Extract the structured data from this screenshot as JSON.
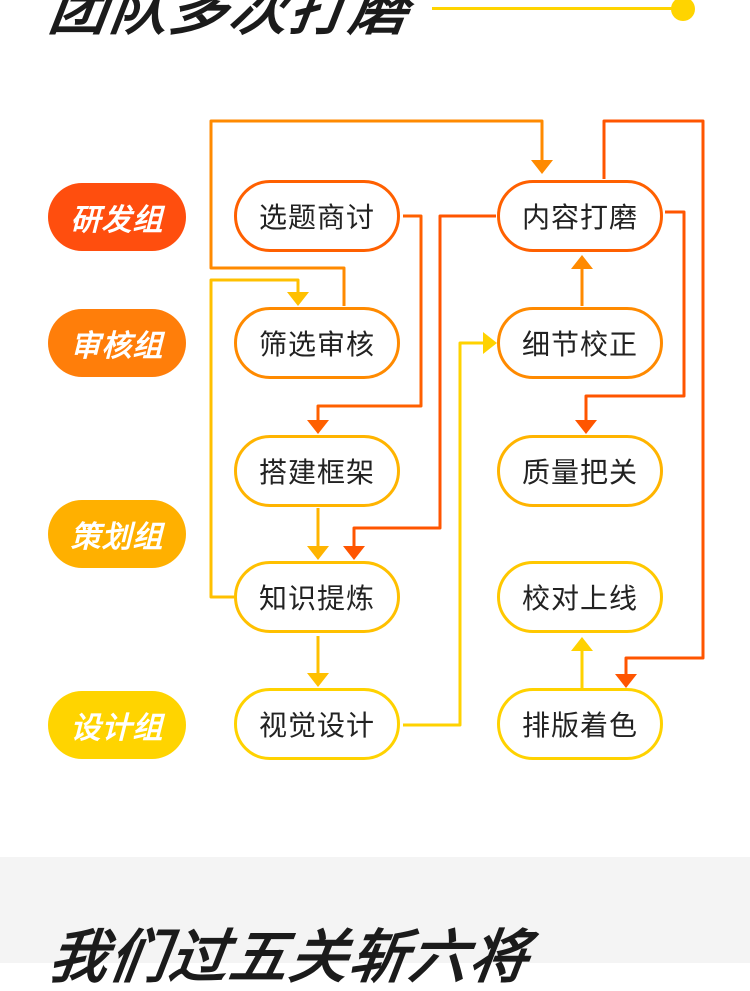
{
  "heading_top": "团队多次打磨",
  "heading_bottom": "我们过五关斩六将",
  "colors": {
    "red": "#ff4e0e",
    "orange": "#ff7a00",
    "amber": "#ffb000",
    "yellow": "#ffd400",
    "heading": "#1b1b1b",
    "band": "#f4f4f4"
  },
  "groups": [
    {
      "id": "yanfa",
      "label": "研发组",
      "color": "#ff4e0e"
    },
    {
      "id": "shenhe",
      "label": "审核组",
      "color": "#ff7e0a"
    },
    {
      "id": "cehua",
      "label": "策划组",
      "color": "#ffb000"
    },
    {
      "id": "sheji",
      "label": "设计组",
      "color": "#ffd400"
    }
  ],
  "nodes": [
    {
      "id": "xuanti",
      "label": "选题商讨",
      "color": "#ff6000"
    },
    {
      "id": "shaixuan",
      "label": "筛选审核",
      "color": "#ff8a00"
    },
    {
      "id": "dajian",
      "label": "搭建框架",
      "color": "#ffb400"
    },
    {
      "id": "zhishi",
      "label": "知识提炼",
      "color": "#ffc000"
    },
    {
      "id": "shijue",
      "label": "视觉设计",
      "color": "#ffd200"
    },
    {
      "id": "neirong",
      "label": "内容打磨",
      "color": "#ff6000"
    },
    {
      "id": "xijie",
      "label": "细节校正",
      "color": "#ff8a00"
    },
    {
      "id": "zhiliang",
      "label": "质量把关",
      "color": "#ffb400"
    },
    {
      "id": "jiaodui",
      "label": "校对上线",
      "color": "#ffc800"
    },
    {
      "id": "paiban",
      "label": "排版着色",
      "color": "#ffd200"
    }
  ],
  "flows": [
    {
      "from": "选题商讨",
      "to": "搭建框架",
      "color": "#ff6000"
    },
    {
      "from": "筛选审核",
      "to": "内容打磨",
      "color": "#ff8a00"
    },
    {
      "from": "知识提炼",
      "to": "筛选审核",
      "color": "#ffc000"
    },
    {
      "from": "搭建框架",
      "to": "知识提炼",
      "color": "#ffb400"
    },
    {
      "from": "知识提炼",
      "to": "视觉设计",
      "color": "#ffc000"
    },
    {
      "from": "内容打磨",
      "to": "知识提炼",
      "color": "#ff5500"
    },
    {
      "from": "内容打磨",
      "to": "质量把关",
      "color": "#ff5500"
    },
    {
      "from": "细节校正",
      "to": "内容打磨",
      "color": "#ff8a00"
    },
    {
      "from": "视觉设计",
      "to": "细节校正",
      "color": "#ffd200"
    },
    {
      "from": "内容打磨",
      "to": "排版着色",
      "color": "#ff5500"
    },
    {
      "from": "排版着色",
      "to": "校对上线",
      "color": "#ffd200"
    }
  ]
}
